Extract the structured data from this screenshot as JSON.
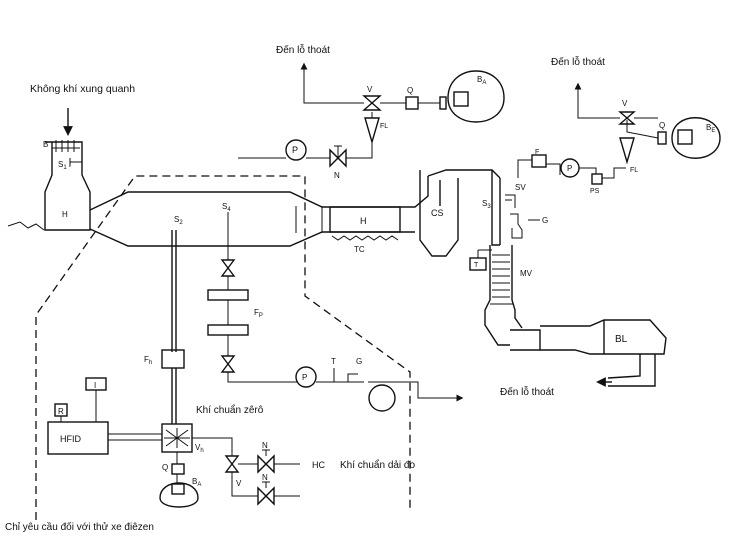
{
  "labels": {
    "exhaust_top_left": "Đến lỗ thoát",
    "exhaust_top_right": "Đến lỗ thoát",
    "exhaust_bottom": "Đến lỗ thoát",
    "ambient_air": "Không khí xung quanh",
    "zero_gas": "Khí chuẩn zêrô",
    "span_gas": "Khí chuẩn dải đo",
    "diesel_note": "Chỉ yêu cầu đối với thử xe điêzen",
    "hc": "HC"
  },
  "components": {
    "bag_a_top": "B",
    "bag_a_top_sub": "A",
    "bag_e_right": "B",
    "bag_e_right_sub": "E",
    "bag_a_bottom": "B",
    "bag_a_bottom_sub": "A",
    "valve": "V",
    "valve_right": "V",
    "valve_bottom": "V",
    "valve_h": "V",
    "valve_h_sub": "h",
    "q_top": "Q",
    "q_right": "Q",
    "q_bottom": "Q",
    "fl_top": "FL",
    "fl_right": "FL",
    "pump_top": "P",
    "pump_right": "P",
    "pump_mid": "P",
    "needle_top": "N",
    "needle_bottom_1": "N",
    "needle_bottom_2": "N",
    "filter_b": "B",
    "s1": "S",
    "s1_sub": "1",
    "s1_suffix": "I",
    "heat_exchanger_left": "H",
    "heat_exchanger_mid": "H",
    "tc": "TC",
    "cs": "CS",
    "s2": "S",
    "s2_sub": "2",
    "s3": "S",
    "s3_sub": "3",
    "s4": "S",
    "s4_sub": "4",
    "sv": "SV",
    "g_right": "G",
    "g_mid": "G",
    "t_right": "T",
    "t_mid": "T",
    "mv": "MV",
    "bl": "BL",
    "ps": "PS",
    "f_right": "F",
    "fp": "F",
    "fp_sub": "P",
    "fh": "F",
    "fh_sub": "h",
    "hfid": "HFID",
    "r": "R",
    "i_box": "I"
  }
}
